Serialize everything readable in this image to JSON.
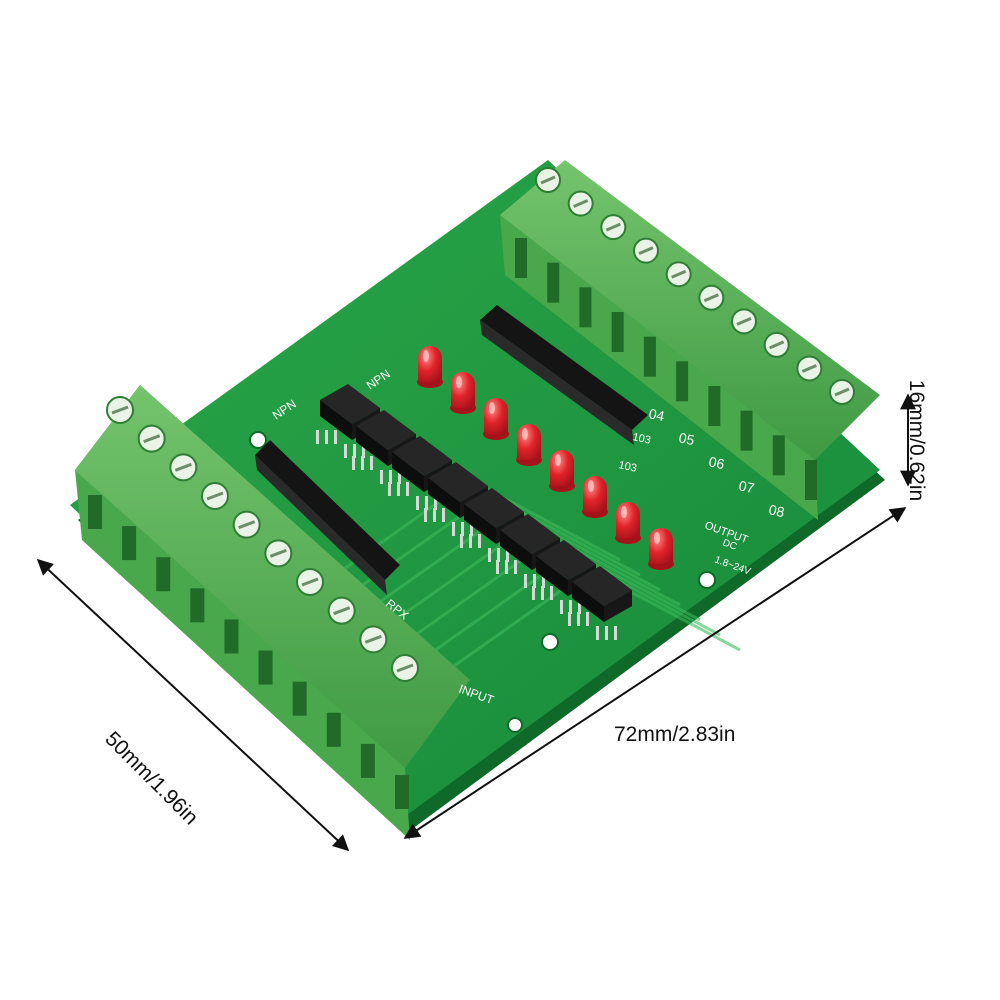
{
  "dimensions": {
    "width": "72mm/2.83in",
    "depth": "50mm/1.96in",
    "height": "16mm/0.62in"
  },
  "board_silkscreen": {
    "npn_left": "NPN",
    "npn_right": "NPN",
    "resistor_pack_label": "RPX",
    "resistor_code_1": "103",
    "resistor_code_2": "103",
    "output_title": "OUTPUT",
    "output_dc": "DC",
    "output_range": "1.8~24V",
    "input_title": "INPUT",
    "channel_labels": [
      "04",
      "05",
      "06",
      "07",
      "08"
    ]
  },
  "colors": {
    "pcb": "#1f9a3a",
    "terminal": "#5fb55c",
    "led": "#e0222a",
    "chip": "#151515"
  }
}
